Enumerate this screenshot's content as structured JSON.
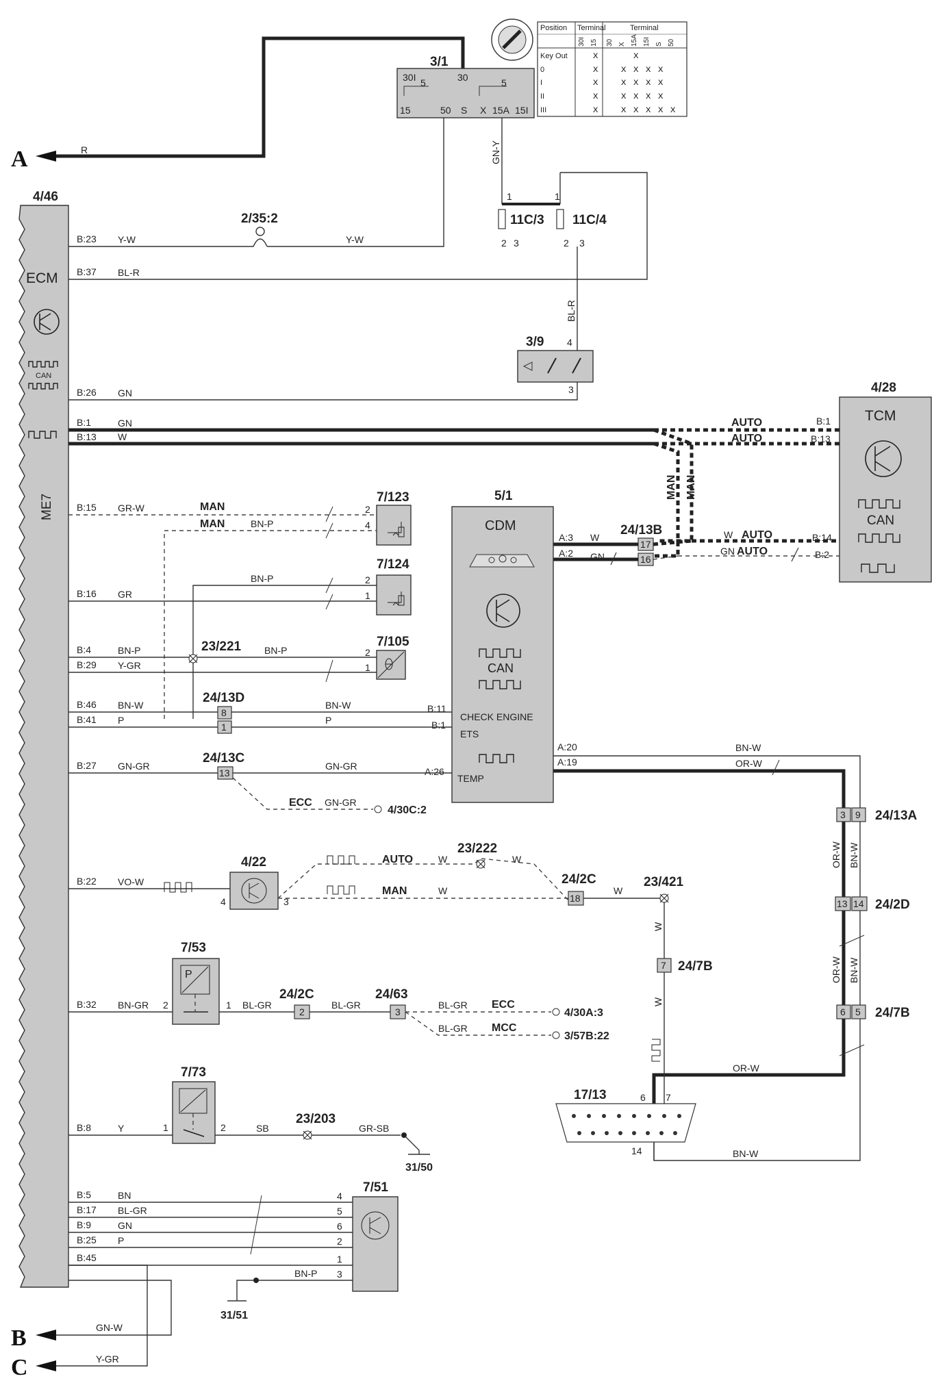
{
  "edge_refs": {
    "a": "A",
    "b": "B",
    "c": "C"
  },
  "ecm": {
    "id": "4/46",
    "name": "ECM",
    "software": "ME7",
    "can_label": "CAN"
  },
  "ignition": {
    "id": "3/1",
    "terminals_top": [
      "30I",
      "5",
      "30",
      "5"
    ],
    "terminals_bottom": [
      "15",
      "50",
      "S",
      "X",
      "15A",
      "15I"
    ],
    "table_headers": [
      "Position",
      "Terminal",
      "Terminal"
    ],
    "table_terminals": [
      "30I",
      "15",
      "30",
      "X",
      "15A",
      "15I",
      "S",
      "50"
    ],
    "table_positions": [
      "Key Out",
      "0",
      "I",
      "II",
      "III"
    ],
    "table_mark": "X"
  },
  "fuses": {
    "f1": "11C/3",
    "f2": "11C/4"
  },
  "splices": {
    "s235": "2/35:2",
    "s23221": "23/221",
    "s23222": "23/222",
    "s23421": "23/421",
    "s23203": "23/203"
  },
  "components": {
    "c39": "3/9",
    "c7123": "7/123",
    "c7124": "7/124",
    "c7105": "7/105",
    "c51": "5/1",
    "c428": "4/28",
    "c422": "4/22",
    "c753": "7/53",
    "c773": "7/73",
    "c751": "7/51",
    "c1713": "17/13"
  },
  "cdm": {
    "name": "CDM",
    "can": "CAN",
    "check_engine": "CHECK ENGINE",
    "ets": "ETS",
    "temp": "TEMP"
  },
  "tcm": {
    "name": "TCM",
    "can": "CAN"
  },
  "connectors": {
    "c2413a": "24/13A",
    "c2413b": "24/13B",
    "c2413c": "24/13C",
    "c2413d": "24/13D",
    "c242c": "24/2C",
    "c242d": "24/2D",
    "c247b": "24/7B",
    "c2463": "24/63"
  },
  "grounds": {
    "g3150": "31/50",
    "g3151": "31/51"
  },
  "external_refs": {
    "r430c": "4/30C:2",
    "r430a": "4/30A:3",
    "r357b": "3/57B:22"
  },
  "modes": {
    "man": "MAN",
    "auto": "AUTO",
    "ecc": "ECC",
    "mcc": "MCC"
  },
  "ecm_pins": {
    "b23": "B:23",
    "b37": "B:37",
    "b26": "B:26",
    "b1": "B:1",
    "b13": "B:13",
    "b15": "B:15",
    "b16": "B:16",
    "b4": "B:4",
    "b29": "B:29",
    "b46": "B:46",
    "b41": "B:41",
    "b27": "B:27",
    "b22": "B:22",
    "b32": "B:32",
    "b8": "B:8",
    "b5": "B:5",
    "b17": "B:17",
    "b9": "B:9",
    "b25": "B:25",
    "b45": "B:45"
  },
  "other_pins": {
    "tcm_b1": "B:1",
    "tcm_b13": "B:13",
    "tcm_b14": "B:14",
    "tcm_b2": "B:2",
    "cdm_a3": "A:3",
    "cdm_a2": "A:2",
    "cdm_b11": "B:11",
    "cdm_b1": "B:1",
    "cdm_a26": "A:26",
    "cdm_a20": "A:20",
    "cdm_a19": "A:19"
  },
  "wire_colors": {
    "R": "R",
    "YW": "Y-W",
    "BLR": "BL-R",
    "GNY": "GN-Y",
    "GN": "GN",
    "W": "W",
    "GRW": "GR-W",
    "BNP": "BN-P",
    "GR": "GR",
    "YGR": "Y-GR",
    "BNW": "BN-W",
    "P": "P",
    "GNGR": "GN-GR",
    "VOW": "VO-W",
    "BNGR": "BN-GR",
    "BLGR": "BL-GR",
    "Y": "Y",
    "SB": "SB",
    "GRSB": "GR-SB",
    "BN": "BN",
    "GNW": "GN-W",
    "ORW": "OR-W"
  },
  "pin_numbers": {
    "n1": "1",
    "n2": "2",
    "n3": "3",
    "n4": "4",
    "n5": "5",
    "n6": "6",
    "n7": "7",
    "n8": "8",
    "n9": "9",
    "n13": "13",
    "n14": "14",
    "n16": "16",
    "n17": "17",
    "n18": "18"
  }
}
